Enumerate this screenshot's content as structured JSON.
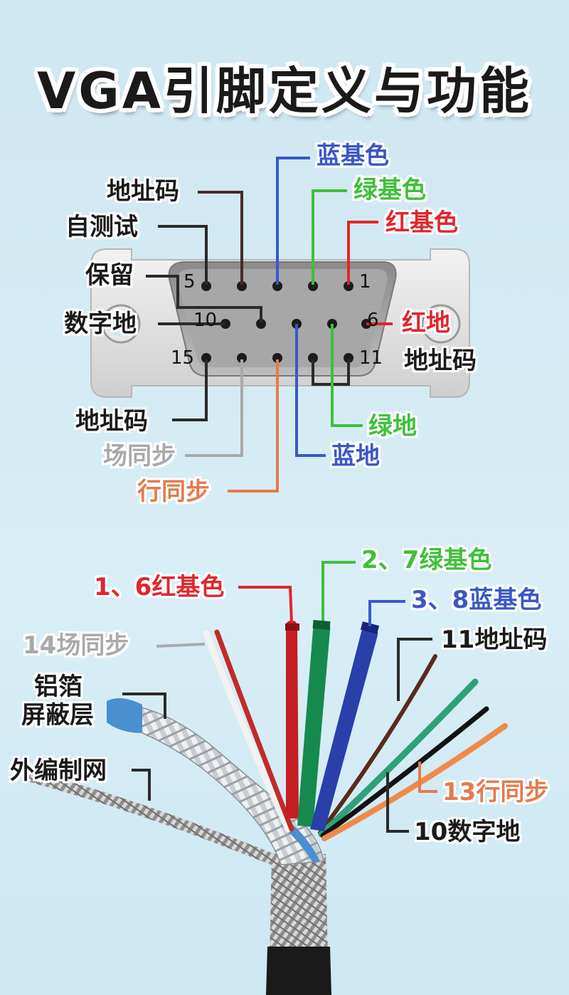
{
  "title": "VGA引脚定义与功能",
  "colors": {
    "red": "#e0262c",
    "green": "#3fbf3a",
    "blue": "#3a57c8",
    "dark": "#2a2a2a",
    "gray": "#a9a9a9",
    "orange": "#e57a4c"
  },
  "connector": {
    "pin_numbers": {
      "p1": "1",
      "p5": "5",
      "p6": "6",
      "p10": "10",
      "p11": "11",
      "p15": "15"
    },
    "labels": {
      "blue_base": "蓝基色",
      "addr_top": "地址码",
      "green_base": "绿基色",
      "self_test": "自测试",
      "red_base": "红基色",
      "reserved": "保留",
      "digital_gnd": "数字地",
      "red_gnd": "红地",
      "addr_right": "地址码",
      "addr_bottom": "地址码",
      "green_gnd": "绿地",
      "vsync": "场同步",
      "blue_gnd": "蓝地",
      "hsync": "行同步"
    }
  },
  "cable": {
    "labels": {
      "green_27": "2、7绿基色",
      "red_16": "1、6红基色",
      "blue_38": "3、8蓝基色",
      "vsync_14": "14场同步",
      "addr_11": "11地址码",
      "foil_line1": "铝箔",
      "foil_line2": "屏蔽层",
      "braid": "外编制网",
      "hsync_13": "13行同步",
      "gnd_10": "10数字地"
    }
  }
}
